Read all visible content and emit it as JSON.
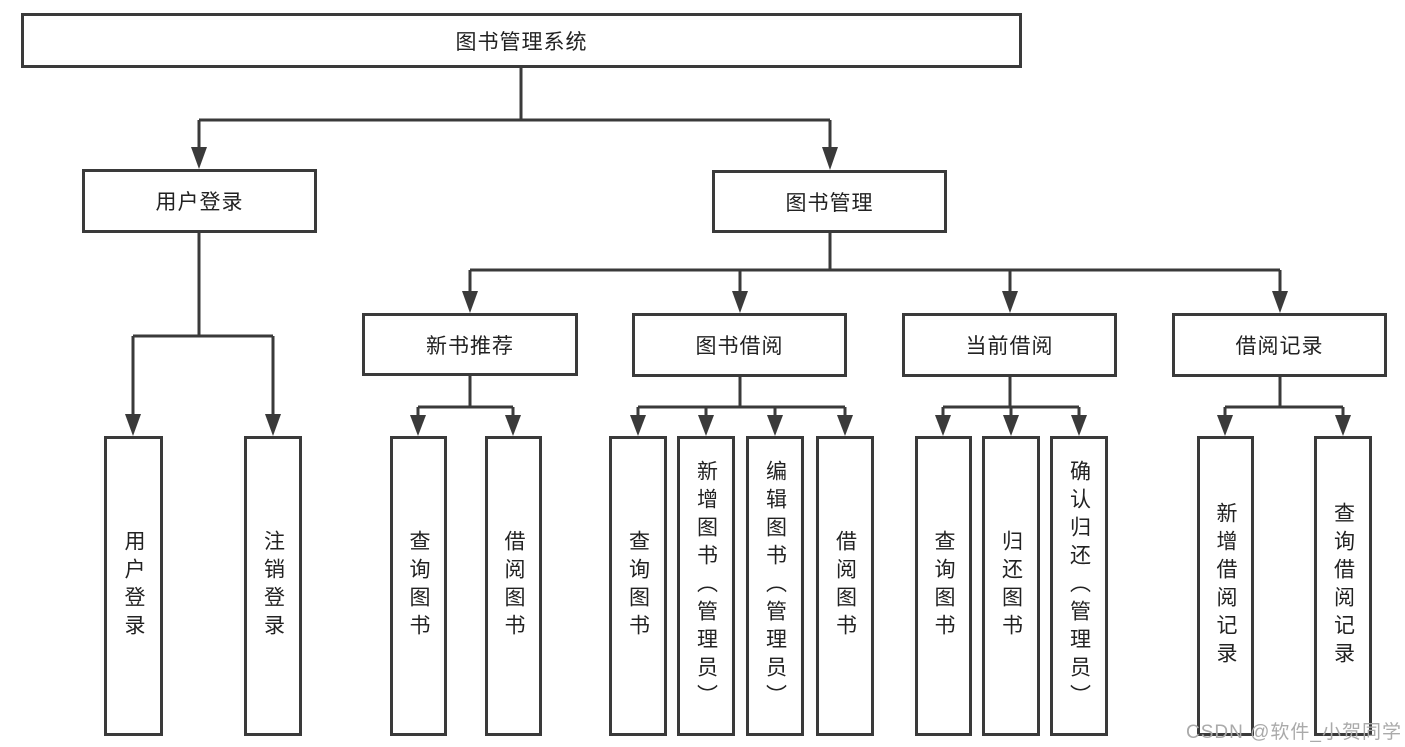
{
  "diagram_title": "图书管理系统",
  "watermark": "CSDN @软件_小贺同学",
  "colors": {
    "line": "#3a3a3a",
    "text": "#222222",
    "background": "#ffffff",
    "watermark": "#aaaaaa"
  },
  "tree": {
    "label": "图书管理系统",
    "children": [
      {
        "label": "用户登录",
        "children": [
          {
            "label": "用户登录"
          },
          {
            "label": "注销登录"
          }
        ]
      },
      {
        "label": "图书管理",
        "children": [
          {
            "label": "新书推荐",
            "children": [
              {
                "label": "查询图书"
              },
              {
                "label": "借阅图书"
              }
            ]
          },
          {
            "label": "图书借阅",
            "children": [
              {
                "label": "查询图书"
              },
              {
                "label": "新增图书（管理员）"
              },
              {
                "label": "编辑图书（管理员）"
              },
              {
                "label": "借阅图书"
              }
            ]
          },
          {
            "label": "当前借阅",
            "children": [
              {
                "label": "查询图书"
              },
              {
                "label": "归还图书"
              },
              {
                "label": "确认归还（管理员）"
              }
            ]
          },
          {
            "label": "借阅记录",
            "children": [
              {
                "label": "新增借阅记录"
              },
              {
                "label": "查询借阅记录"
              }
            ]
          }
        ]
      }
    ]
  }
}
